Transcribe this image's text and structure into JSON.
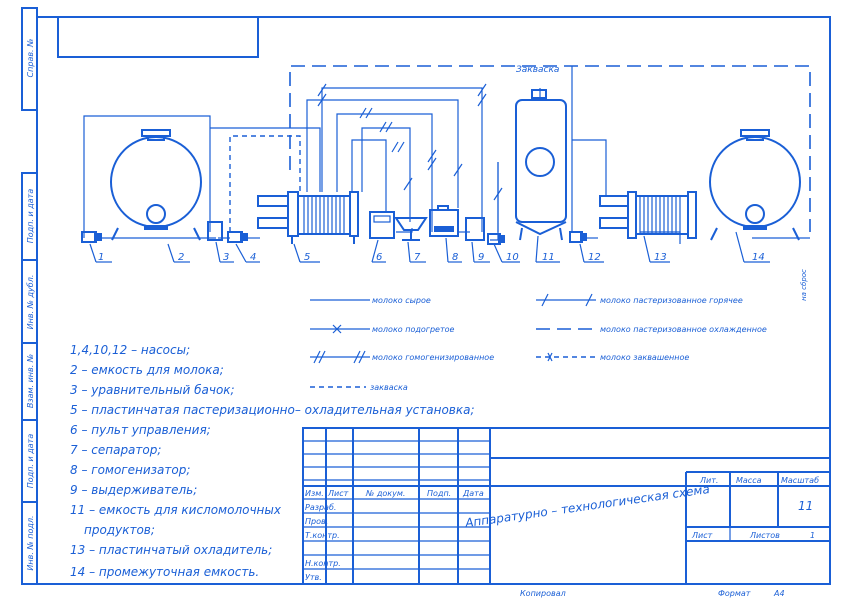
{
  "side_stamps": [
    "Справ. №",
    "Подп. и дата",
    "Инв. № дубл.",
    "Взам. инв. №",
    "Подп. и дата",
    "Инв. № подл."
  ],
  "top_labels": {
    "starter_label": "Закваска",
    "vertical_label": "на сброс"
  },
  "equipment_numbers": [
    "1",
    "2",
    "3",
    "4",
    "5",
    "6",
    "7",
    "8",
    "9",
    "10",
    "11",
    "12",
    "13",
    "14"
  ],
  "line_legend": {
    "raw": "молоко сырое",
    "heated": "молоко подогретое",
    "homogenized": "молоко гомогенизированное",
    "starter": "закваска",
    "past_hot": "молоко пастеризованное горячее",
    "past_cool": "молоко пастеризованное охлажденное",
    "fermented": "молоко заквашенное"
  },
  "components_legend": [
    "1,4,10,12 – насосы;",
    "2 – емкость для молока;",
    "3 – уравнительный бачок;",
    "5 – пластинчатая пастеризационно– охладительная установка;",
    "6 – пульт управления;",
    "7 – сепаратор;",
    "8 – гомогенизатор;",
    "9 – выдерживатель;",
    "11 – емкость для кисломолочных",
    "продуктов;",
    "13 – пластинчатый охладитель;",
    "14 – промежуточная емкость."
  ],
  "title_block": {
    "title": "Аппаратурно – технологическая схема",
    "col_headers": [
      "Изм.",
      "Лист",
      "№ докум.",
      "Подп.",
      "Дата"
    ],
    "roles": [
      "Разраб.",
      "Пров.",
      "Т.контр.",
      "",
      "Н.контр.",
      "Утв."
    ],
    "lit": "Лит.",
    "massa": "Масса",
    "scale": "Масштаб",
    "scale_value": "11",
    "sheet": "Лист",
    "sheets": "Листов",
    "sheets_value": "1"
  },
  "footer": {
    "copied": "Копировал",
    "format": "Формат",
    "format_value": "А4"
  }
}
